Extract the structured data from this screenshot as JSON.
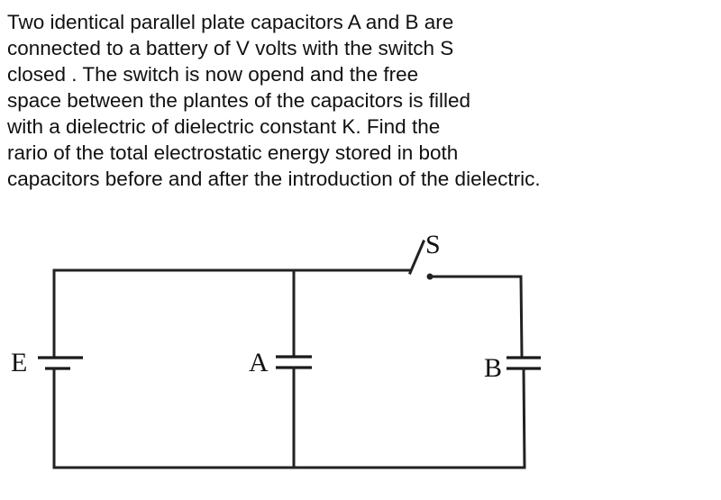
{
  "question": {
    "lines": [
      "Two identical parallel plate capacitors A and B are",
      "connected to a battery of V volts with the switch S",
      "closed . The switch is now opend and the free",
      "space between the plantes of the capacitors is filled",
      "with a dielectric of dielectric constant K. Find the",
      "rario of the total electrostatic energy stored in both",
      "capacitors before and after the introduction of the dielectric."
    ]
  },
  "diagram": {
    "labels": {
      "battery": "E",
      "capacitor_a": "A",
      "capacitor_b": "B",
      "switch": "S"
    }
  }
}
